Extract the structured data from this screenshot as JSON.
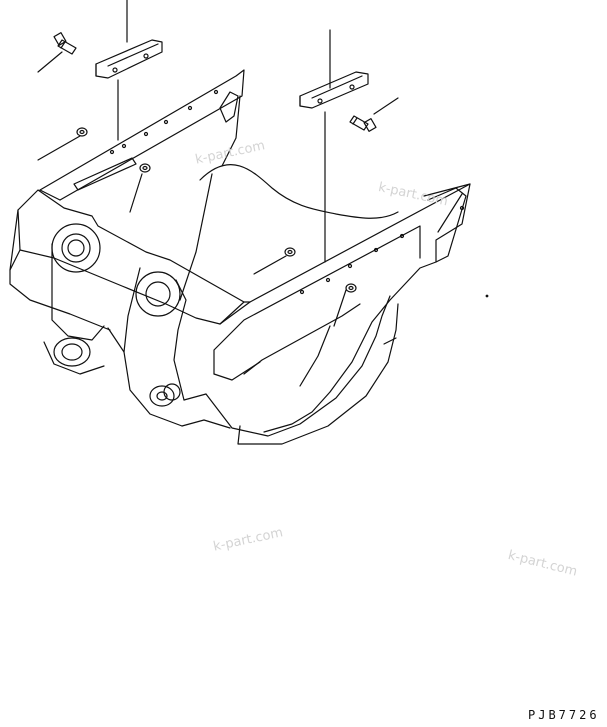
{
  "watermarks": [
    "k-part.com",
    "k-part.com",
    "k-part.com",
    "k-part.com"
  ],
  "drawing_code": "PJB7726",
  "colors": {
    "line": "#111111",
    "watermark": "#d4d4d4",
    "background": "#ffffff"
  }
}
